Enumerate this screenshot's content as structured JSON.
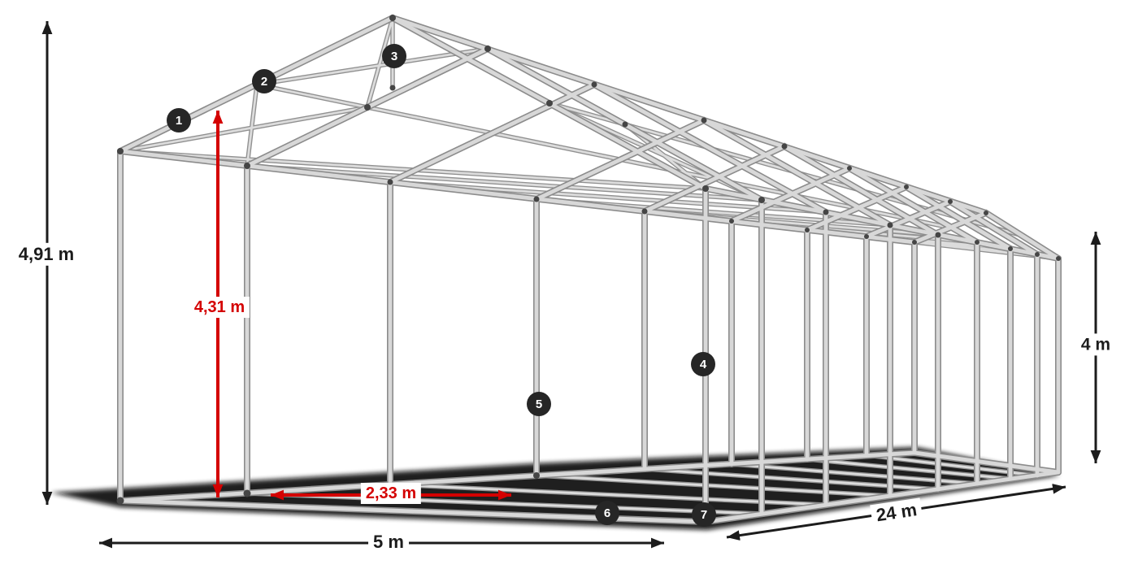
{
  "dimensions": {
    "total_height": "4,91 m",
    "inner_height": "4,31 m",
    "bay_spacing": "2,33 m",
    "side_height": "4 m",
    "width": "5 m",
    "length": "24 m"
  },
  "badges": [
    "1",
    "2",
    "3",
    "4",
    "5",
    "6",
    "7"
  ],
  "colors": {
    "background": "#ffffff",
    "tube_light": "#d8d8d8",
    "tube_dark": "#8c8c8c",
    "joint": "#454545",
    "ground_shadow": "#0b0b0b",
    "dimension_black": "#1c1c1c",
    "dimension_red": "#d40000",
    "badge_background": "#262626",
    "badge_text": "#ffffff"
  }
}
